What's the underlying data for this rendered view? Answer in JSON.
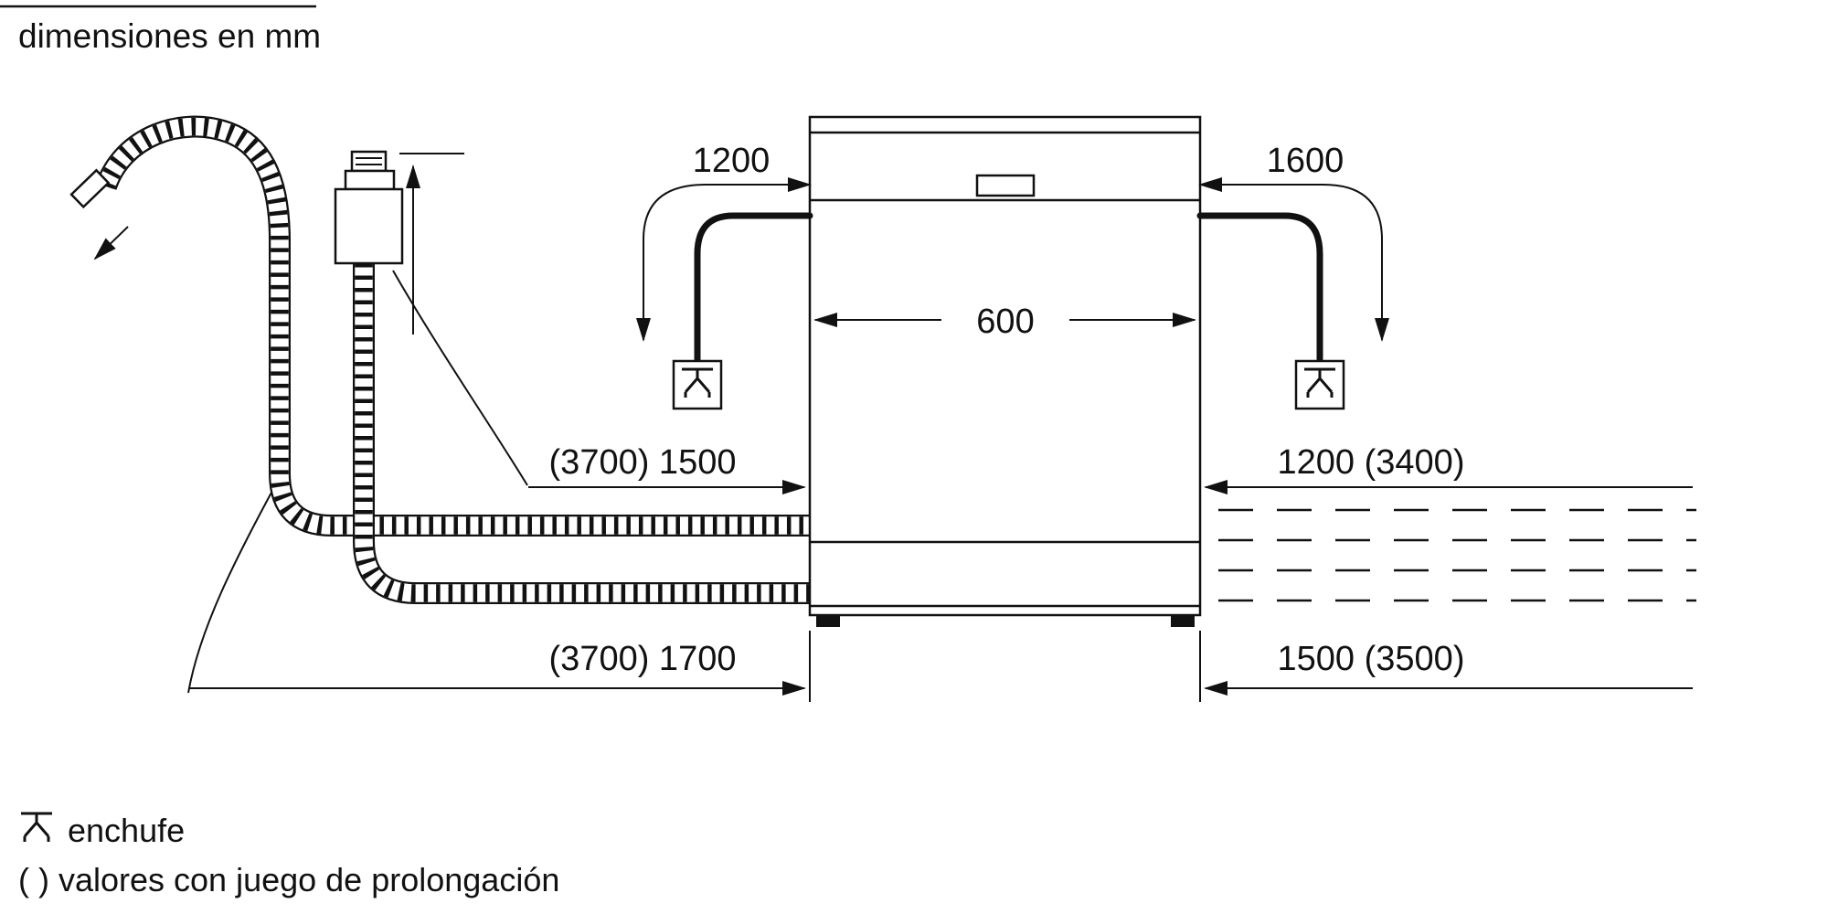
{
  "title": "dimensiones en mm",
  "dimensions": {
    "cable_to_plug_left": "1200",
    "cable_to_plug_right": "1600",
    "appliance_width": "600",
    "supply_hose_left": "(3700) 1500",
    "hose_right_top": "1200 (3400)",
    "power_cord_bottom_left": "(3700) 1700",
    "hose_right_bottom": "1500 (3500)"
  },
  "legend": {
    "plug": "enchufe",
    "parentheses_note": "( ) valores con juego de prolongación"
  },
  "colors": {
    "ink": "#111111",
    "background": "#ffffff"
  }
}
